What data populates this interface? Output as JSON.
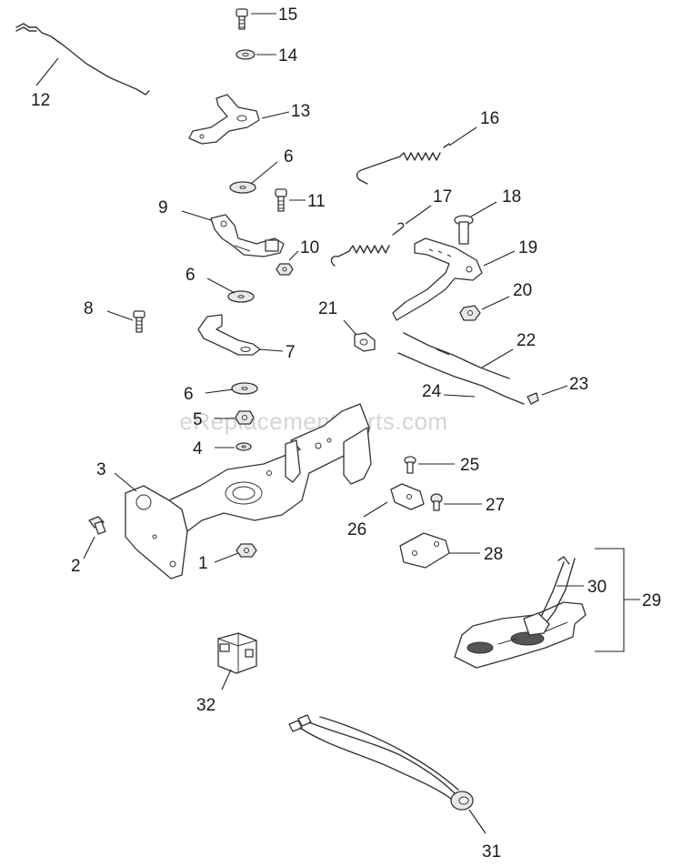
{
  "watermark": "eReplacementParts.com",
  "callouts": {
    "p1": "1",
    "p2": "2",
    "p3": "3",
    "p4": "4",
    "p5": "5",
    "p6a": "6",
    "p6b": "6",
    "p6c": "6",
    "p7": "7",
    "p8": "8",
    "p9": "9",
    "p10": "10",
    "p11": "11",
    "p12": "12",
    "p13": "13",
    "p14": "14",
    "p15": "15",
    "p16": "16",
    "p17": "17",
    "p18": "18",
    "p19": "19",
    "p20": "20",
    "p21": "21",
    "p22": "22",
    "p23": "23",
    "p24": "24",
    "p25": "25",
    "p26": "26",
    "p27": "27",
    "p28": "28",
    "p29": "29",
    "p30": "30",
    "p31": "31",
    "p32": "32"
  }
}
